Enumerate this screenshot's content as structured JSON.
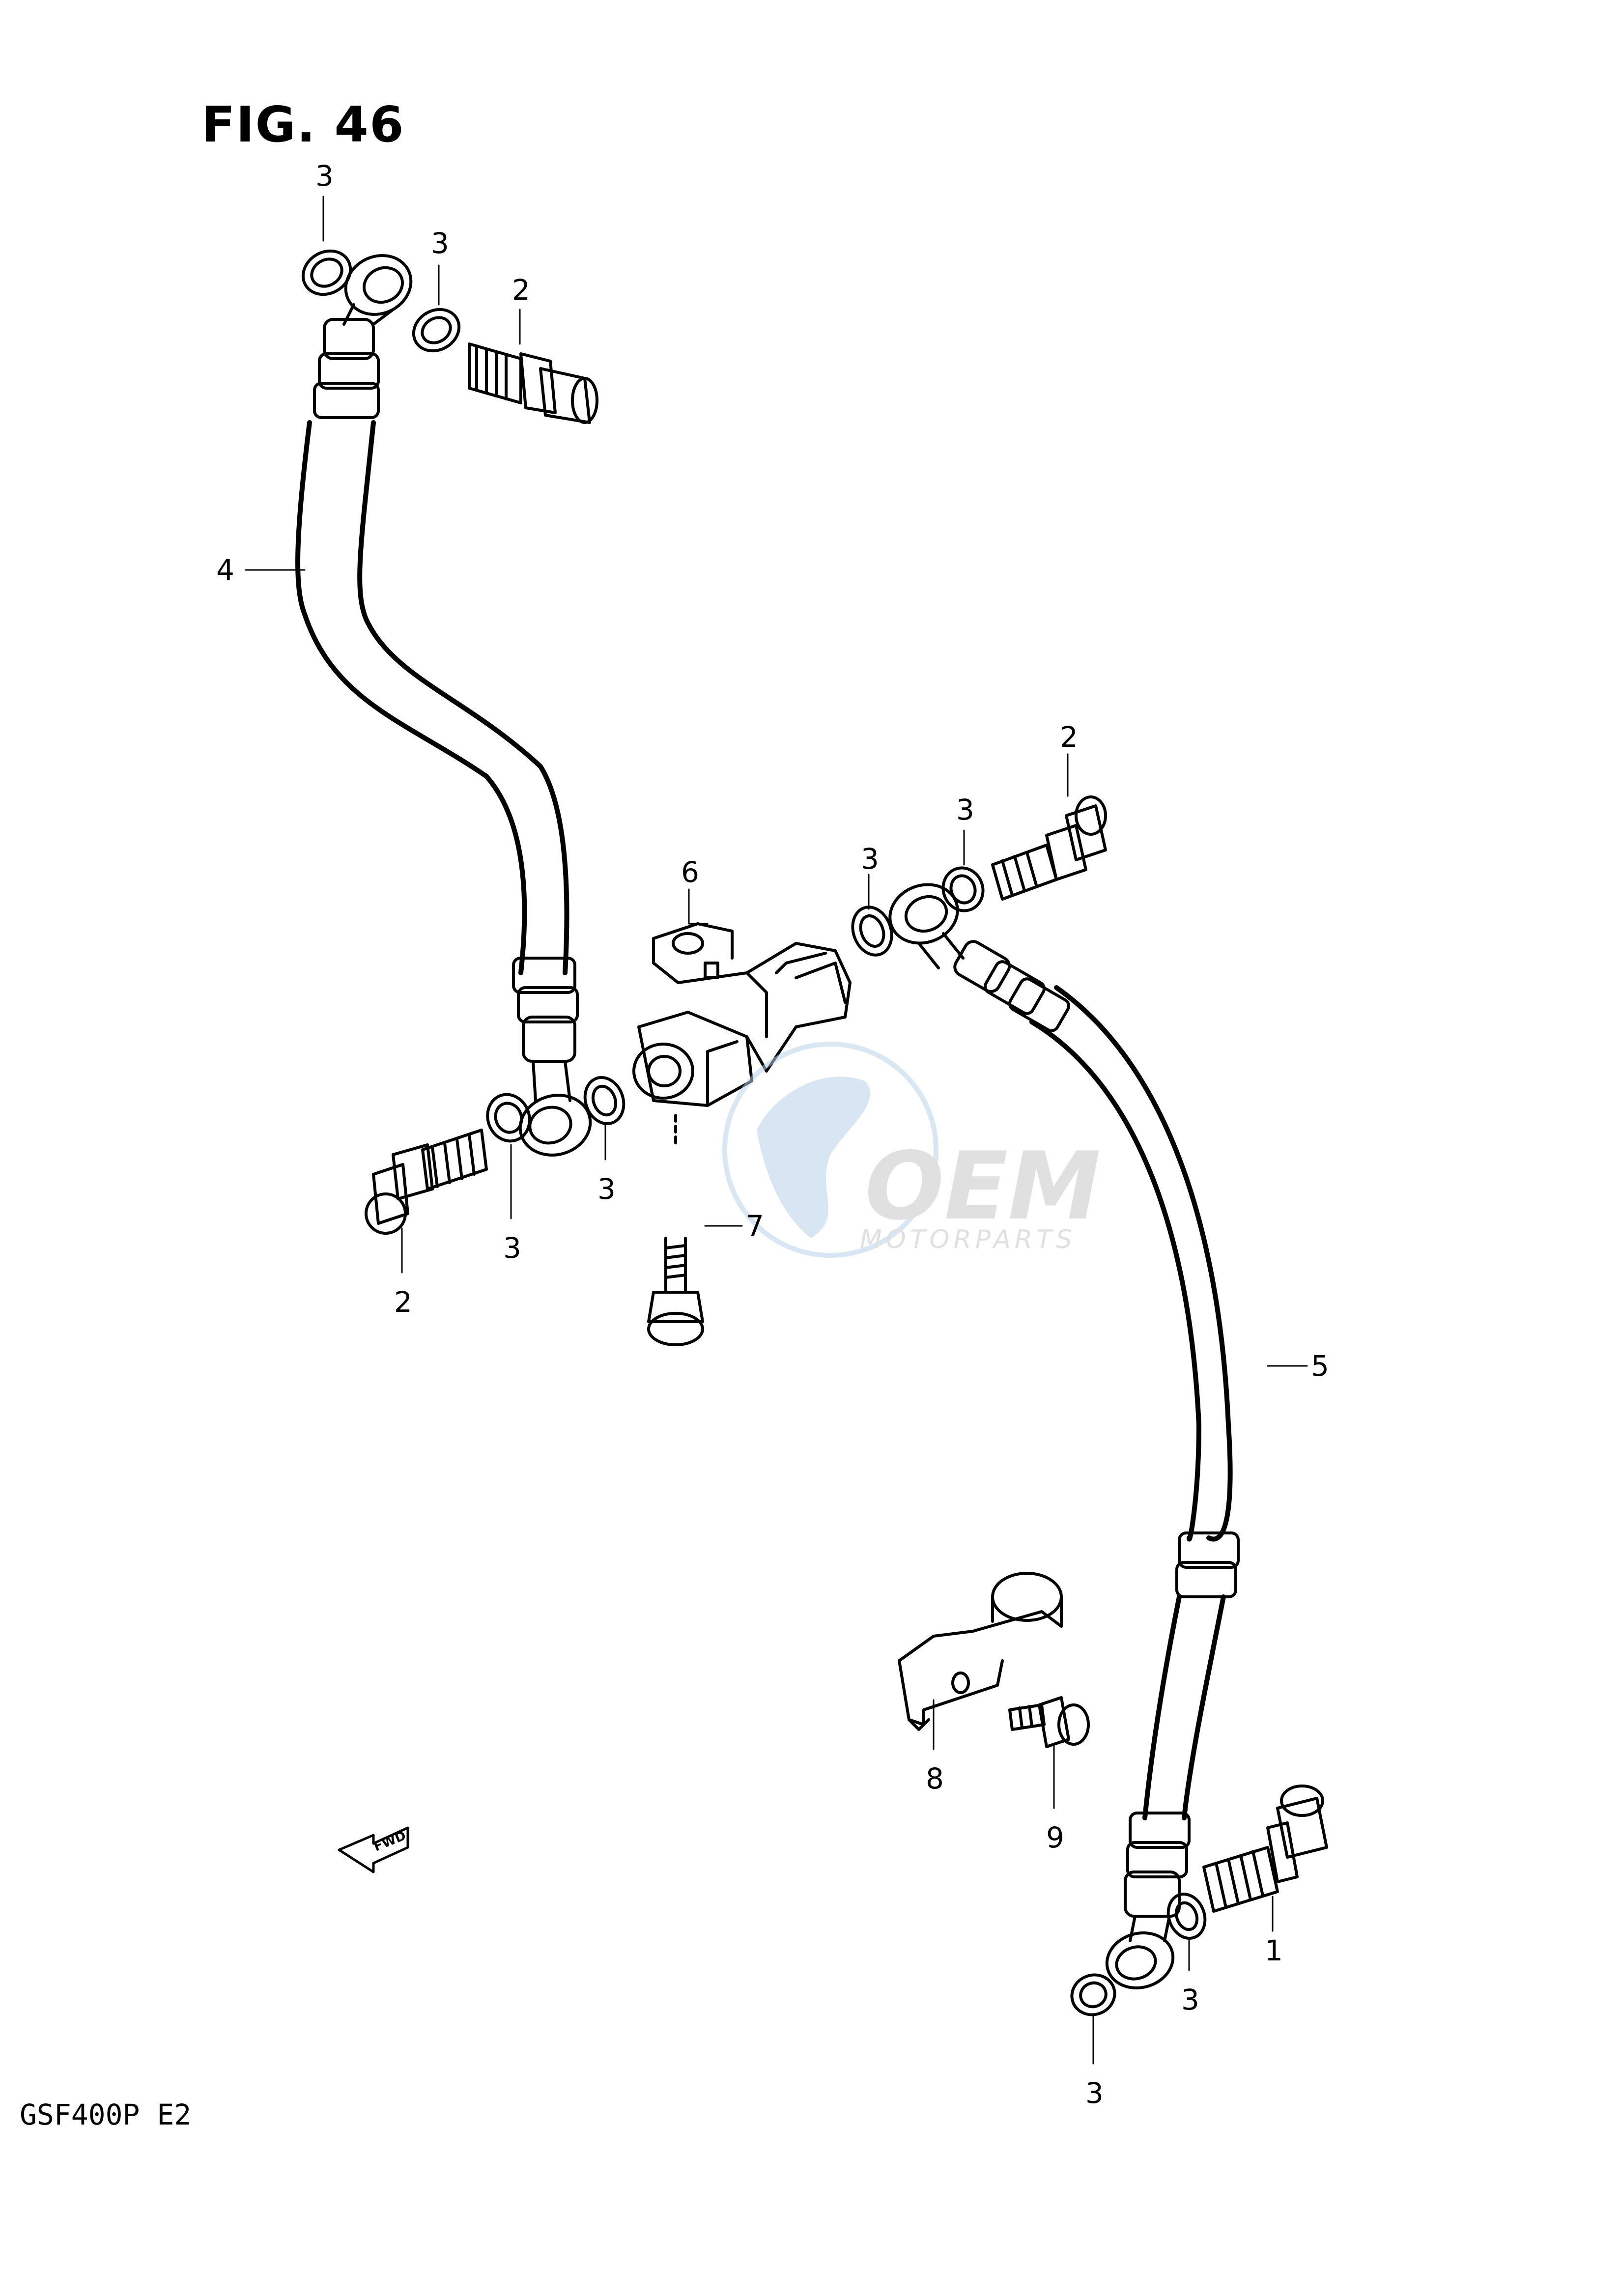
{
  "figure": {
    "title": "FIG. 46",
    "model_code": "GSF400P  E2",
    "fwd_arrow_label": "FWD"
  },
  "watermark": {
    "brand": "OEM",
    "subtitle": "MOTORPARTS"
  },
  "callouts": [
    {
      "id": "c3a",
      "label": "3"
    },
    {
      "id": "c3b",
      "label": "3"
    },
    {
      "id": "c2a",
      "label": "2"
    },
    {
      "id": "c4",
      "label": "4"
    },
    {
      "id": "c6",
      "label": "6"
    },
    {
      "id": "c2b",
      "label": "2"
    },
    {
      "id": "c3c",
      "label": "3"
    },
    {
      "id": "c3d",
      "label": "3"
    },
    {
      "id": "c3e",
      "label": "3"
    },
    {
      "id": "c3f",
      "label": "3"
    },
    {
      "id": "c2c",
      "label": "2"
    },
    {
      "id": "c7",
      "label": "7"
    },
    {
      "id": "c5",
      "label": "5"
    },
    {
      "id": "c8",
      "label": "8"
    },
    {
      "id": "c9",
      "label": "9"
    },
    {
      "id": "c1",
      "label": "1"
    },
    {
      "id": "c3g",
      "label": "3"
    },
    {
      "id": "c3h",
      "label": "3"
    }
  ],
  "colors": {
    "line": "#000000",
    "watermark_blue": "#b9d3ea",
    "watermark_gray": "#c8c8c8"
  }
}
